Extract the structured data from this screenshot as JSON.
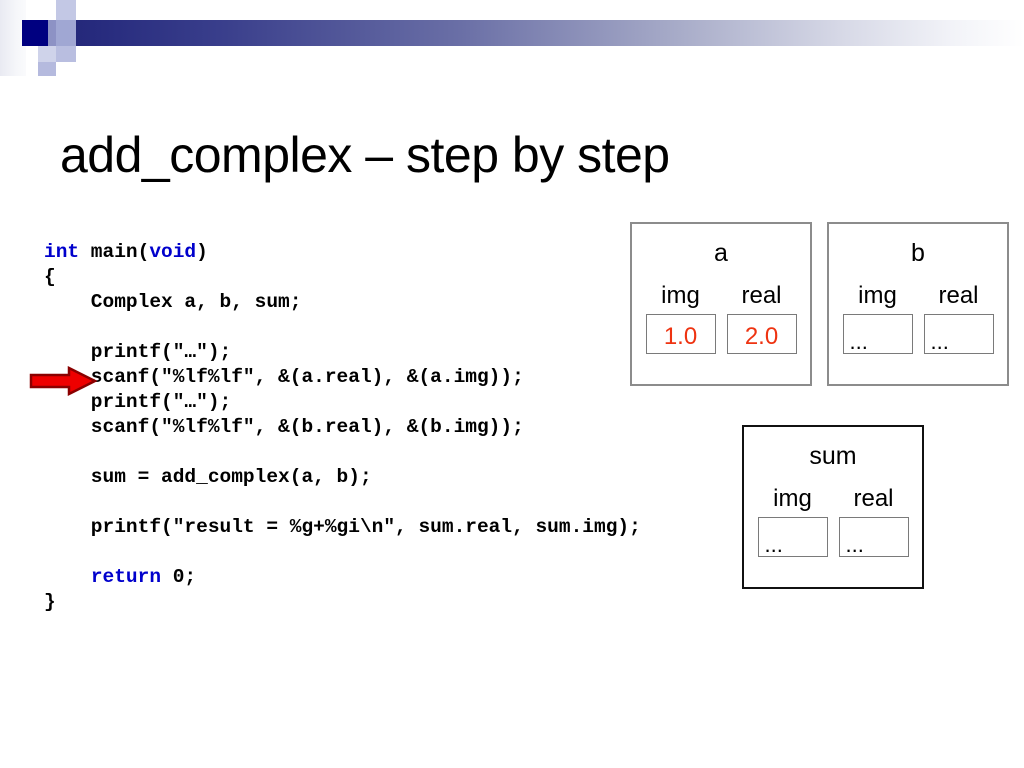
{
  "slide": {
    "title": "add_complex – step by step",
    "background_color": "#ffffff"
  },
  "decoration": {
    "gradient_from": "#20216e",
    "gradient_to": "#ffffff",
    "square_navy_color": "#000080",
    "square_periwinkle_color": "#a8aed8"
  },
  "code": {
    "language": "c",
    "keyword_color": "#0000CC",
    "text_color": "#000000",
    "lines": [
      {
        "id": "line-1",
        "segments": [
          {
            "t": "int",
            "kw": true
          },
          {
            "t": " main("
          },
          {
            "t": "void",
            "kw": true
          },
          {
            "t": ")"
          }
        ]
      },
      {
        "id": "line-2",
        "segments": [
          {
            "t": "{"
          }
        ]
      },
      {
        "id": "line-3",
        "segments": [
          {
            "t": "    Complex a, b, sum;"
          }
        ]
      },
      {
        "id": "line-4",
        "segments": [
          {
            "t": ""
          }
        ]
      },
      {
        "id": "line-5",
        "segments": [
          {
            "t": "    printf(\"…\");"
          }
        ]
      },
      {
        "id": "line-6",
        "segments": [
          {
            "t": "    scanf(\"%lf%lf\", &(a.real), &(a.img));"
          }
        ]
      },
      {
        "id": "line-7",
        "segments": [
          {
            "t": "    printf(\"…\");"
          }
        ]
      },
      {
        "id": "line-8",
        "segments": [
          {
            "t": "    scanf(\"%lf%lf\", &(b.real), &(b.img));"
          }
        ]
      },
      {
        "id": "line-9",
        "segments": [
          {
            "t": ""
          }
        ]
      },
      {
        "id": "line-10",
        "segments": [
          {
            "t": "    sum = add_complex(a, b);"
          }
        ]
      },
      {
        "id": "line-11",
        "segments": [
          {
            "t": ""
          }
        ]
      },
      {
        "id": "line-12",
        "segments": [
          {
            "t": "    printf(\"result = %g+%gi\\n\", sum.real, sum.img);"
          }
        ]
      },
      {
        "id": "line-13",
        "segments": [
          {
            "t": ""
          }
        ]
      },
      {
        "id": "line-14",
        "segments": [
          {
            "t": "    "
          },
          {
            "t": "return",
            "kw": true
          },
          {
            "t": " 0;"
          }
        ]
      },
      {
        "id": "line-15",
        "segments": [
          {
            "t": "}"
          }
        ]
      }
    ]
  },
  "arrow": {
    "name": "step-pointer-arrow",
    "points_to_line": "line-6",
    "fill_color": "#ee0000",
    "stroke_color": "#8b0000",
    "direction": "right"
  },
  "variables": [
    {
      "id": "var-a",
      "name": "a",
      "fields": [
        {
          "label": "img",
          "value": "1.0",
          "filled": true
        },
        {
          "label": "real",
          "value": "2.0",
          "filled": true
        }
      ]
    },
    {
      "id": "var-b",
      "name": "b",
      "fields": [
        {
          "label": "img",
          "value": "...",
          "filled": false
        },
        {
          "label": "real",
          "value": "...",
          "filled": false
        }
      ]
    },
    {
      "id": "var-sum",
      "name": "sum",
      "fields": [
        {
          "label": "img",
          "value": "...",
          "filled": false
        },
        {
          "label": "real",
          "value": "...",
          "filled": false
        }
      ]
    }
  ],
  "value_colors": {
    "assigned": "#ee3311",
    "unassigned": "#000000"
  }
}
